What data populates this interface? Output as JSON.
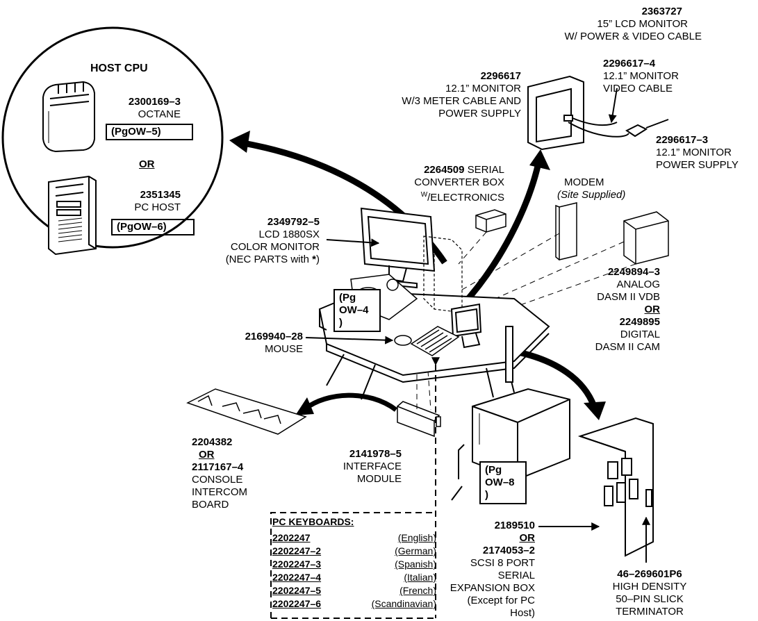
{
  "host_cpu": {
    "title": "HOST CPU",
    "octane": {
      "part": "2300169–3",
      "name": "OCTANE",
      "page_ref": "(PgOW–5)"
    },
    "or_label": "OR",
    "pc_host": {
      "part": "2351345",
      "name": "PC HOST",
      "page_ref": "(PgOW–6)"
    }
  },
  "lcd_15": {
    "part": "2363727",
    "line1": "15” LCD MONITOR",
    "line2": "W/ POWER & VIDEO CABLE"
  },
  "monitor_12": {
    "part": "2296617",
    "line1": "12.1” MONITOR",
    "line2": "W/3 METER CABLE AND",
    "line3": "POWER SUPPLY"
  },
  "video_cable": {
    "part": "2296617–4",
    "line1": "12.1” MONITOR",
    "line2": "VIDEO CABLE"
  },
  "power_supply": {
    "part": "2296617–3",
    "line1": "12.1” MONITOR",
    "line2": "POWER SUPPLY"
  },
  "serial_converter": {
    "part": "2264509",
    "line1_suffix": " SERIAL",
    "line2": "CONVERTER BOX",
    "line3_sup": "W",
    "line3": "/ELECTRONICS"
  },
  "modem": {
    "line1": "MODEM",
    "line2": "(Site Supplied)"
  },
  "lcd_monitor": {
    "part": "2349792–5",
    "line1": "LCD 1880SX",
    "line2": "COLOR MONITOR",
    "line3_pre": "(NEC PARTS with ",
    "line3_star": "*",
    "line3_post": ")"
  },
  "dasm": {
    "part1": "2249894–3",
    "line1": "ANALOG",
    "line2": "DASM II VDB",
    "or_label": "OR",
    "part2": "2249895",
    "line3": "DIGITAL",
    "line4": "DASM II CAM"
  },
  "pg_ow4": {
    "line1": "(Pg",
    "line2": "OW–4",
    "line3": ")"
  },
  "pg_ow8": {
    "line1": "(Pg",
    "line2": "OW–8",
    "line3": ")"
  },
  "mouse": {
    "part": "2169940–28",
    "name": "MOUSE"
  },
  "intercom": {
    "part1": "2204382",
    "or_label": "OR",
    "part2": "2117167–4",
    "line1": "CONSOLE",
    "line2": "INTERCOM",
    "line3": "BOARD"
  },
  "interface": {
    "part": "2141978–5",
    "line1": "INTERFACE",
    "line2": "MODULE"
  },
  "scsi": {
    "part1": "2189510",
    "or_label": "OR",
    "part2": "2174053–2",
    "line1": "SCSI 8 PORT",
    "line2": "SERIAL",
    "line3": "EXPANSION BOX",
    "line4": "(Except for PC",
    "line5": "Host)"
  },
  "terminator": {
    "part": "46–269601P6",
    "line1": "HIGH DENSITY",
    "line2": "50–PIN SLICK",
    "line3": "TERMINATOR"
  },
  "keyboards": {
    "title": "PC KEYBOARDS:",
    "items": [
      {
        "part": "2202247",
        "lang": "(English)"
      },
      {
        "part": "2202247–2",
        "lang": "(German)"
      },
      {
        "part": "2202247–3",
        "lang": "(Spanish)"
      },
      {
        "part": "2202247–4",
        "lang": "(Italian)"
      },
      {
        "part": "2202247–5",
        "lang": "(French)"
      },
      {
        "part": "2202247–6",
        "lang": "(Scandinavian)"
      }
    ]
  }
}
